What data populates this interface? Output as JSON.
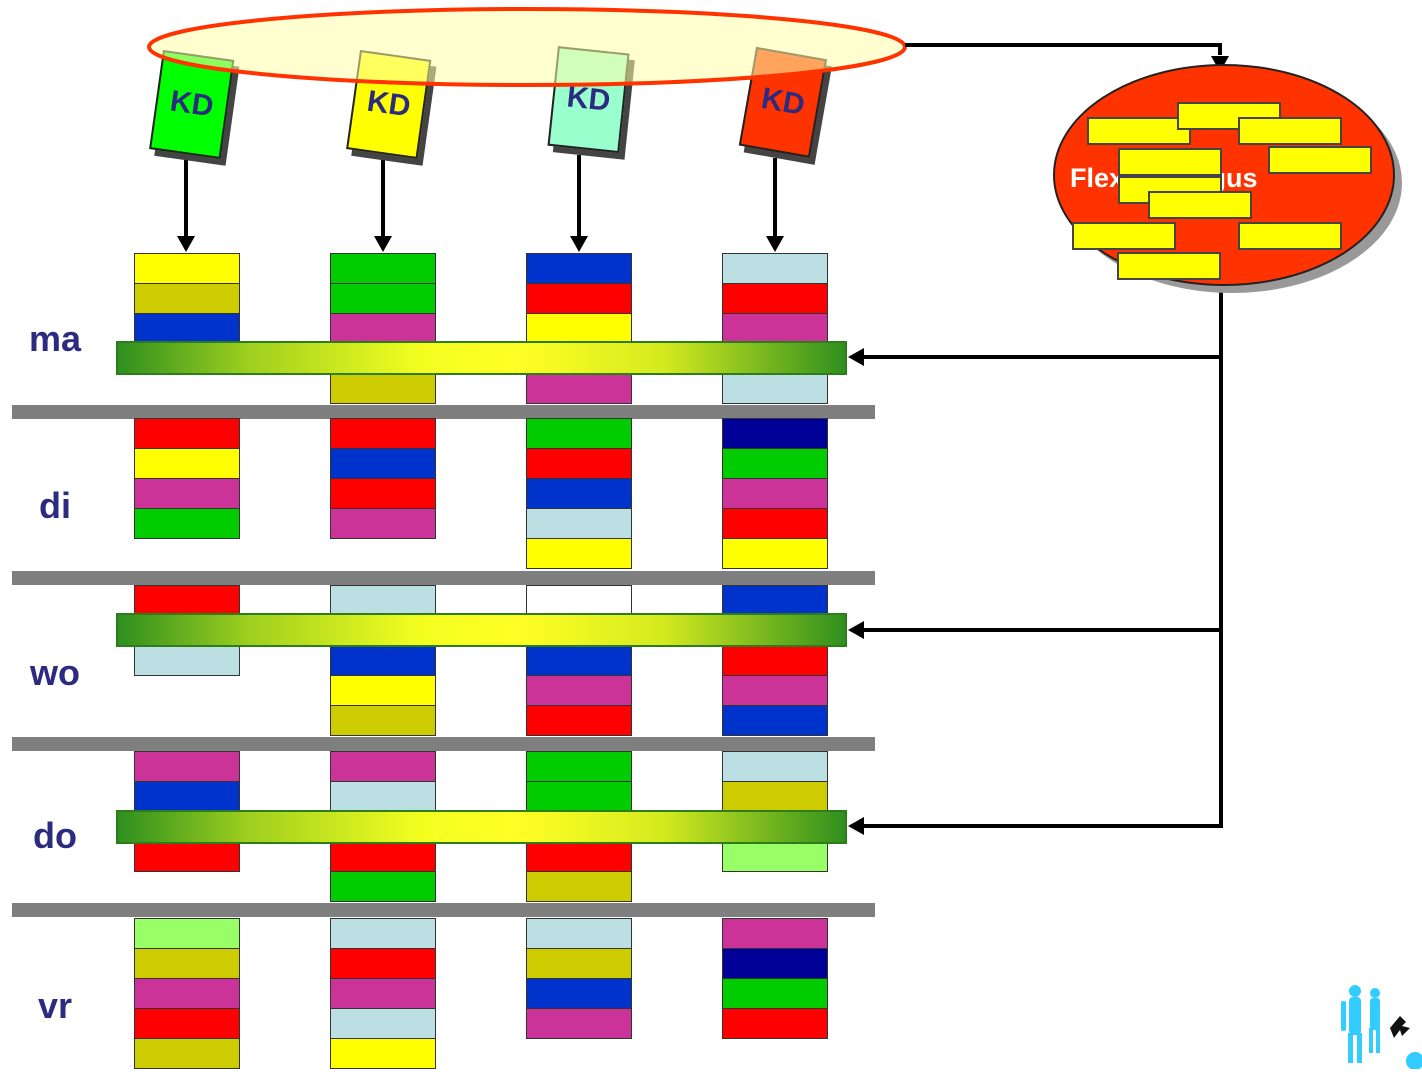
{
  "colors": {
    "day_label": "#2b2b80",
    "separator": "#7f7f7f",
    "ellipse_fill": "#ffffaa",
    "ellipse_stroke": "#ff3300",
    "catalog_fill": "#ff3300",
    "catalog_rect": "#ffff00",
    "palette": {
      "Y": "#ffff00",
      "O": "#cccc00",
      "B": "#0033cc",
      "G": "#00cc00",
      "M": "#cc3399",
      "R": "#ff0000",
      "L": "#bbdfe2",
      "N": "#000099",
      "P": "#99ff66",
      "W": "#ffffff"
    }
  },
  "days": [
    "ma",
    "di",
    "wo",
    "do",
    "vr"
  ],
  "cards": [
    {
      "label": "KD",
      "color": "#00ff00"
    },
    {
      "label": "KD",
      "color": "#ffff00"
    },
    {
      "label": "KD",
      "color": "#99ffcc"
    },
    {
      "label": "KD",
      "color": "#ff3300"
    }
  ],
  "catalog_label": "Flex catalogus",
  "schedule": [
    [
      "YOBG",
      "RYMG",
      "RLL",
      "MBBR",
      "POMRO"
    ],
    [
      "GGMGO",
      "RBRM",
      "LBBYO",
      "MLRRG",
      "LRMLY"
    ],
    [
      "BRYBM",
      "GRBLY",
      "WBBMR",
      "GGRRO",
      "LOBM"
    ],
    [
      "LRMRL",
      "NGMRY",
      "BRRMB",
      "LOPP",
      "MNGR"
    ]
  ],
  "icons": [
    "arrow-icon",
    "logo-icon"
  ]
}
